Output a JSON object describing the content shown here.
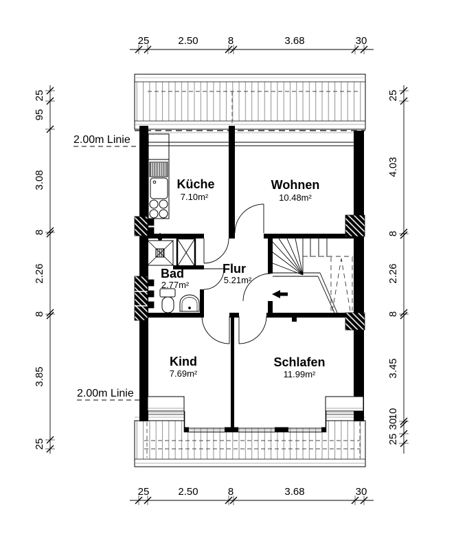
{
  "plan": {
    "type": "floor-plan",
    "rooms": {
      "kueche": {
        "name": "Küche",
        "area": "7.10m²"
      },
      "wohnen": {
        "name": "Wohnen",
        "area": "10.48m²"
      },
      "flur": {
        "name": "Flur",
        "area": "5.21m²"
      },
      "bad": {
        "name": "Bad",
        "area": "2.77m²"
      },
      "kind": {
        "name": "Kind",
        "area": "7.69m²"
      },
      "schlafen": {
        "name": "Schlafen",
        "area": "11.99m²"
      }
    },
    "annotations": {
      "two_meter_line_top": "2.00m Linie",
      "two_meter_line_bottom": "2.00m Linie"
    },
    "dimensions": {
      "top": [
        "25",
        "2.50",
        "8",
        "3.68",
        "30"
      ],
      "bottom": [
        "25",
        "2.50",
        "8",
        "3.68",
        "30"
      ],
      "left": [
        "25",
        "95",
        "3.08",
        "8",
        "2.26",
        "8",
        "3.85",
        "25"
      ],
      "right": [
        "25",
        "4.03",
        "8",
        "2.26",
        "8",
        "3.45",
        "10",
        "30",
        "25"
      ]
    },
    "colors": {
      "line": "#000000",
      "hatch": "#9a9a9a",
      "background": "#ffffff"
    }
  }
}
